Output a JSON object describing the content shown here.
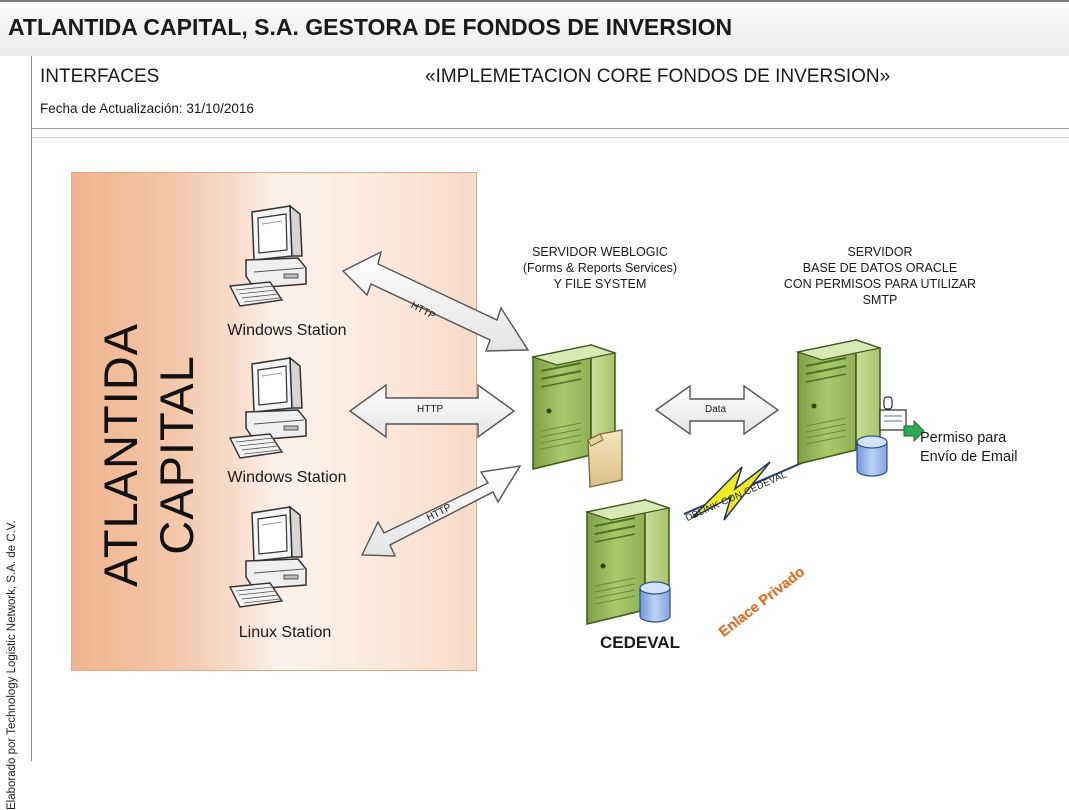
{
  "header": {
    "title": "ATLANTIDA CAPITAL, S.A. GESTORA DE FONDOS DE INVERSION",
    "section": "INTERFACES",
    "project": "«IMPLEMETACION CORE FONDOS DE INVERSION»",
    "update_date": "Fecha de Actualización: 31/10/2016"
  },
  "side_note": "Elaborado por Technology Logistic Network, S.A. de C.V.",
  "zone": {
    "line1": "ATLANTIDA",
    "line2": "CAPITAL"
  },
  "stations": [
    {
      "label": "Windows Station",
      "icon": "computer-icon"
    },
    {
      "label": "Windows Station",
      "icon": "computer-icon"
    },
    {
      "label": "Linux Station",
      "icon": "computer-icon"
    }
  ],
  "connections": {
    "http": "HTTP",
    "data": "Data",
    "dblink": "DBLINK CON CEDEVAL",
    "private_link": "Enlace Privado"
  },
  "servers": {
    "weblogic": {
      "line1": "SERVIDOR WEBLOGIC",
      "line2": "(Forms & Reports Services)",
      "line3": "Y FILE SYSTEM"
    },
    "oracle": {
      "line1": "SERVIDOR",
      "line2": "BASE DE DATOS ORACLE",
      "line3": "CON PERMISOS PARA UTILIZAR",
      "line4": "SMTP"
    },
    "cedeval": "CEDEVAL"
  },
  "email": {
    "line1": "Permiso para",
    "line2": "Envío de Email"
  },
  "colors": {
    "zone": "#f3c6a9",
    "server_green": "#9fbf5f",
    "private_link": "#e06d1a",
    "lightning": "#f2ec1c"
  }
}
